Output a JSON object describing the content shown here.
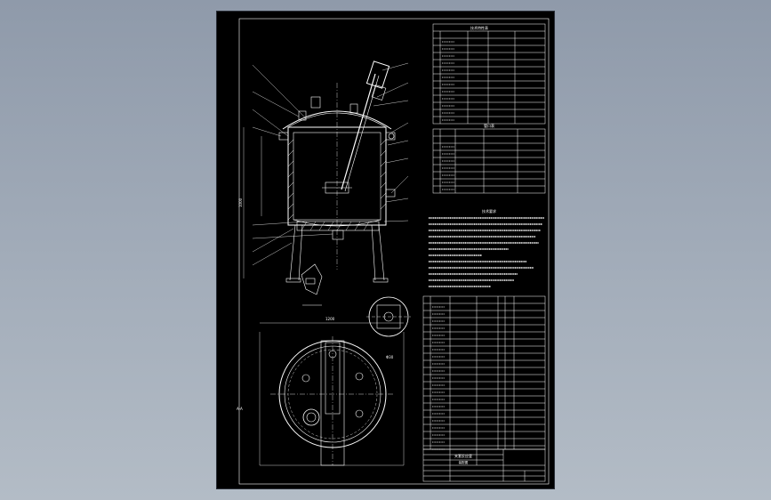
{
  "colors": {
    "background_top": "#8f9aaa",
    "background_bottom": "#b3bcc6",
    "sheet": "#000000",
    "linework": "#ffffff"
  },
  "drawing": {
    "spec_table_title": "技术特性表",
    "nozzle_table_title": "管口表",
    "notes_title": "技术要求",
    "section_label": "A-A",
    "title_block_name": "夹套反应釜",
    "title_block_sub": "装配图"
  },
  "dimensions": {
    "height_dim": "1000",
    "plan_width_dim": "1200",
    "detail_dim": "Φ30"
  }
}
